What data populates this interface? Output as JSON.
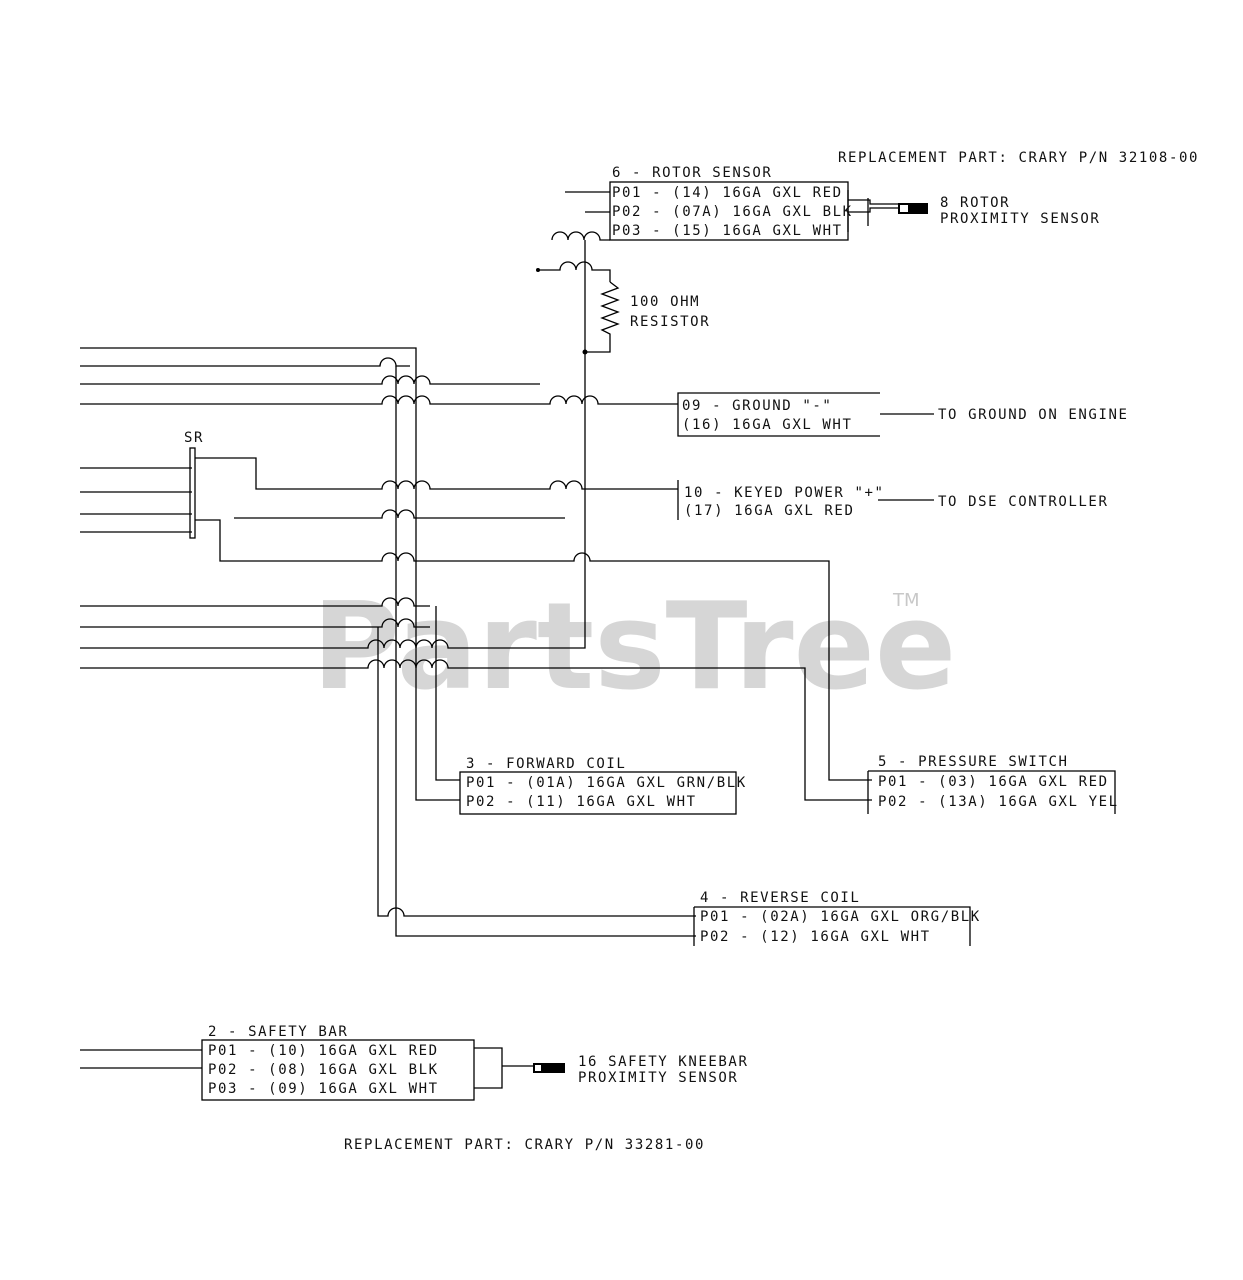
{
  "watermark": {
    "text": "PartsTree",
    "trademark": "TM"
  },
  "header": {
    "replacement_top": "REPLACEMENT PART: CRARY P/N 32108-00"
  },
  "rotor_sensor": {
    "title": "6 - ROTOR SENSOR",
    "rows": [
      "P01 - (14) 16GA GXL RED",
      "P02 - (07A) 16GA GXL BLK",
      "P03 - (15) 16GA GXL WHT"
    ],
    "device": [
      "8 ROTOR",
      "PROXIMITY SENSOR"
    ]
  },
  "resistor": [
    "100 OHM",
    "RESISTOR"
  ],
  "ground": {
    "rows": [
      "09 - GROUND \"-\"",
      "(16) 16GA GXL WHT"
    ],
    "dest": "TO GROUND ON ENGINE"
  },
  "keyed_power": {
    "rows": [
      "10 - KEYED POWER \"+\"",
      "(17) 16GA GXL RED"
    ],
    "dest": "TO DSE CONTROLLER"
  },
  "sr_label": "SR",
  "pressure_switch": {
    "title": "5 - PRESSURE SWITCH",
    "rows": [
      "P01 - (03) 16GA GXL RED",
      "P02 - (13A) 16GA GXL YEL"
    ]
  },
  "forward_coil": {
    "title": "3 - FORWARD COIL",
    "rows": [
      "P01 - (01A) 16GA GXL GRN/BLK",
      "P02 - (11) 16GA GXL WHT"
    ]
  },
  "reverse_coil": {
    "title": "4 - REVERSE COIL",
    "rows": [
      "P01 - (02A) 16GA GXL ORG/BLK",
      "P02 - (12) 16GA GXL WHT"
    ]
  },
  "safety_bar": {
    "title": "2 - SAFETY BAR",
    "rows": [
      "P01 - (10) 16GA GXL RED",
      "P02 - (08) 16GA GXL BLK",
      "P03 - (09) 16GA GXL WHT"
    ],
    "device": [
      "16 SAFETY KNEEBAR",
      "PROXIMITY SENSOR"
    ]
  },
  "footer": {
    "replacement_bottom": "REPLACEMENT PART: CRARY P/N 33281-00"
  }
}
